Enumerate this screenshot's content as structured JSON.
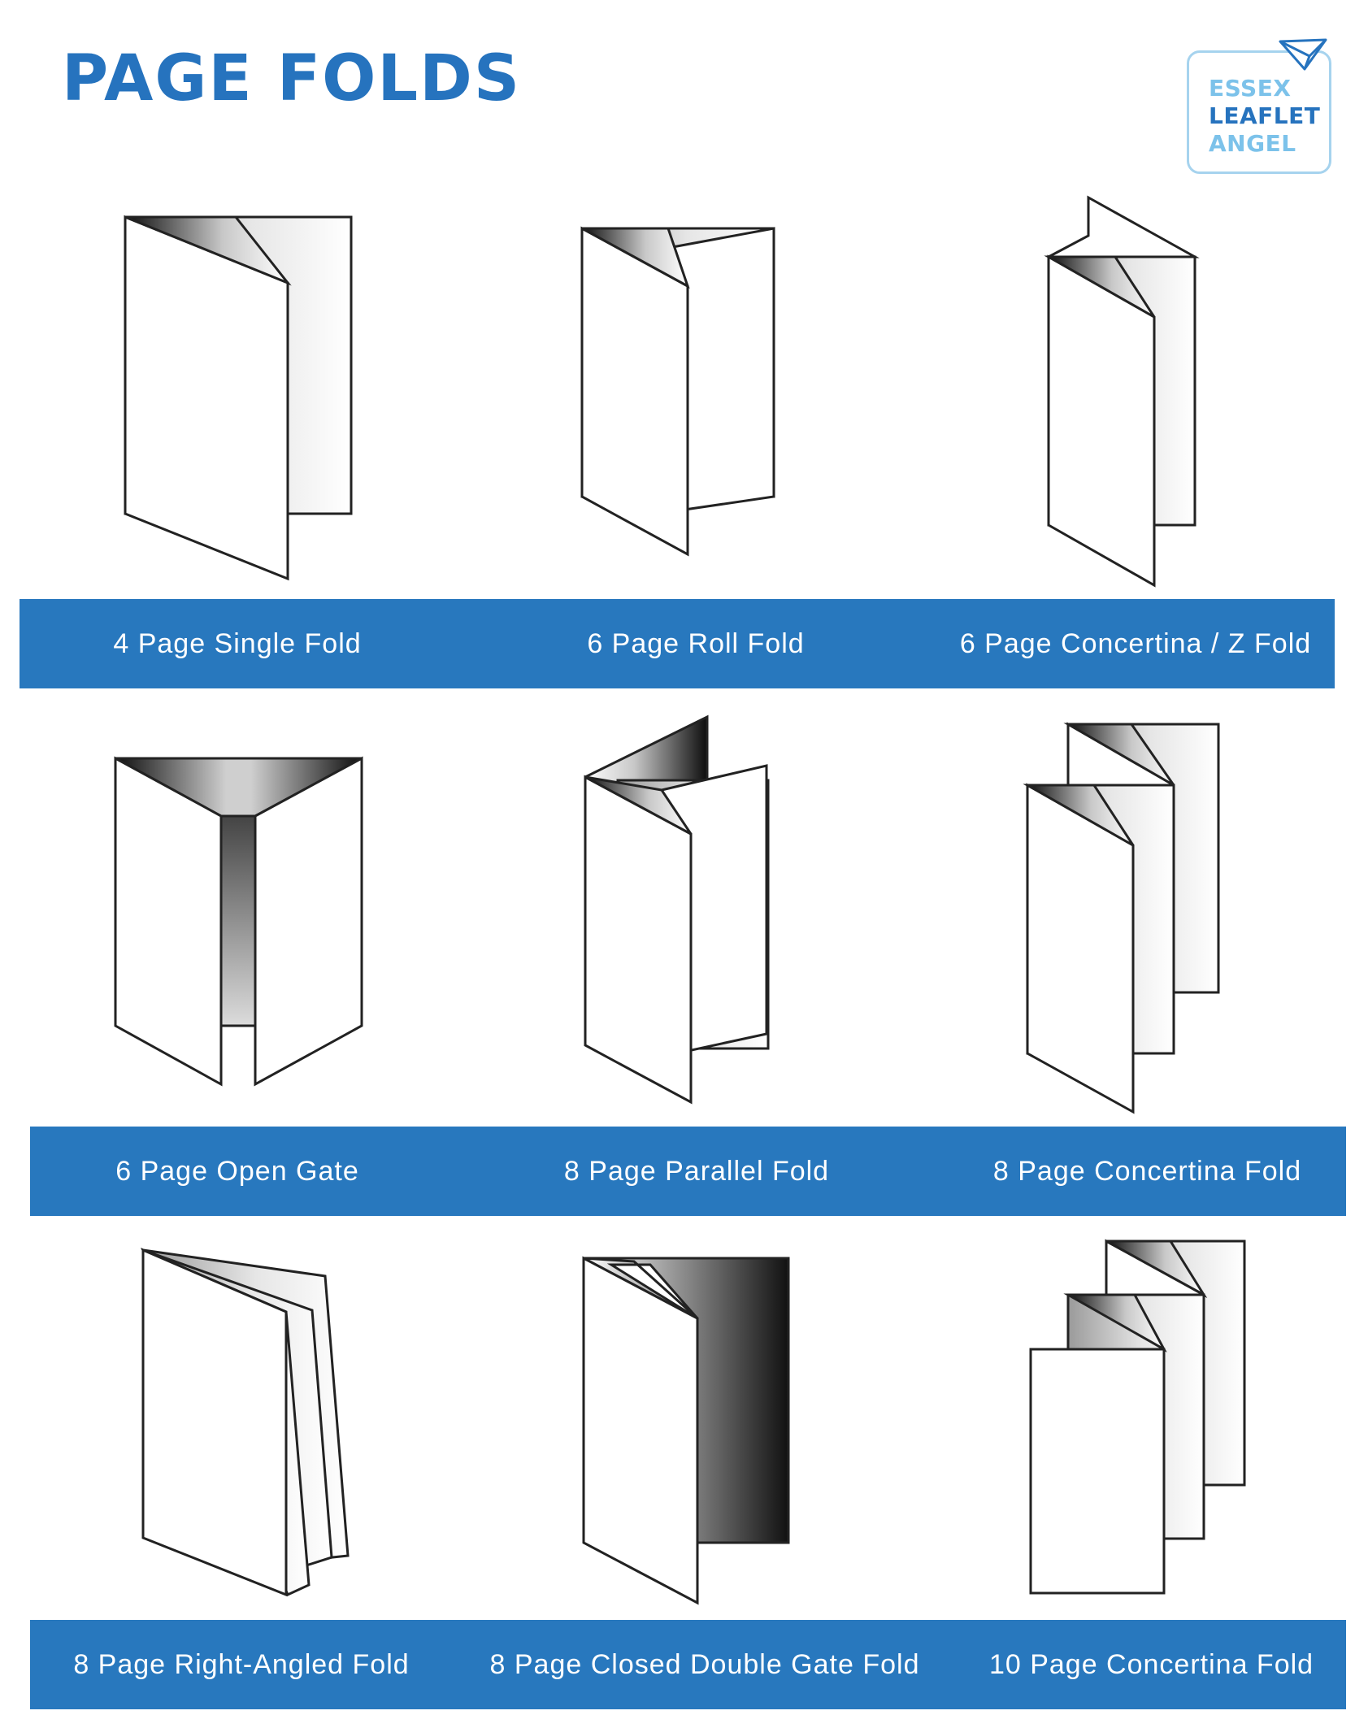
{
  "page": {
    "title": "PAGE FOLDS",
    "title_color": "#2673be",
    "band_color": "#2878be",
    "band_text_color": "#ffffff"
  },
  "logo": {
    "lines": [
      "ESSEX",
      "LEAFLET",
      "ANGEL"
    ],
    "line_colors": [
      "#7cc2ea",
      "#2673be",
      "#7cc2ea"
    ],
    "border_color": "#a6d3ee",
    "icon": "paper-plane-icon"
  },
  "rows": [
    {
      "labels": [
        "4 Page Single Fold",
        "6 Page Roll Fold",
        "6 Page Concertina / Z Fold"
      ],
      "icons": [
        "single-fold-icon",
        "roll-fold-icon",
        "z-fold-icon"
      ]
    },
    {
      "labels": [
        "6 Page Open Gate",
        "8 Page Parallel Fold",
        "8 Page Concertina Fold"
      ],
      "icons": [
        "open-gate-fold-icon",
        "parallel-fold-icon",
        "concertina-8-fold-icon"
      ]
    },
    {
      "labels": [
        "8 Page Right-Angled Fold",
        "8 Page Closed Double Gate Fold",
        "10 Page Concertina Fold"
      ],
      "icons": [
        "right-angled-fold-icon",
        "closed-double-gate-fold-icon",
        "concertina-10-fold-icon"
      ]
    }
  ]
}
